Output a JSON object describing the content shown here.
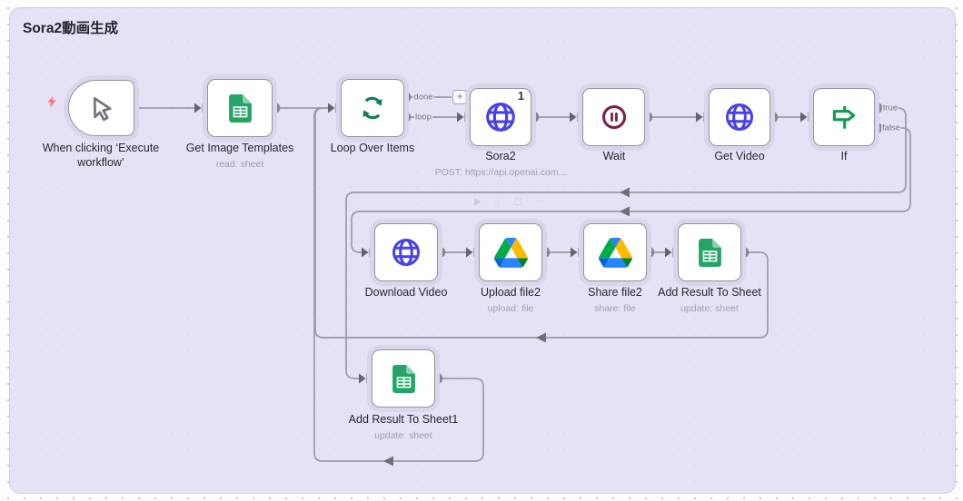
{
  "sticky": {
    "title": "Sora2動画生成"
  },
  "nodes": [
    {
      "id": "manual-trigger",
      "label": "When clicking ‘Execute workflow’",
      "sublabel": "",
      "icon": "cursor-icon"
    },
    {
      "id": "get-image-templates",
      "label": "Get Image Templates",
      "sublabel": "read: sheet",
      "icon": "google-sheets-icon"
    },
    {
      "id": "loop-over-items",
      "label": "Loop Over Items",
      "sublabel": "",
      "icon": "loop-icon"
    },
    {
      "id": "sora2",
      "label": "Sora2",
      "sublabel": "POST: https://api.openai.com...",
      "badge": "1",
      "icon": "globe-icon"
    },
    {
      "id": "wait",
      "label": "Wait",
      "sublabel": "",
      "icon": "pause-icon"
    },
    {
      "id": "get-video",
      "label": "Get Video",
      "sublabel": "",
      "icon": "globe-icon"
    },
    {
      "id": "if",
      "label": "If",
      "sublabel": "",
      "icon": "signpost-icon"
    },
    {
      "id": "download-video",
      "label": "Download Video",
      "sublabel": "",
      "icon": "globe-icon"
    },
    {
      "id": "upload-file2",
      "label": "Upload file2",
      "sublabel": "upload: file",
      "icon": "google-drive-icon"
    },
    {
      "id": "share-file2",
      "label": "Share file2",
      "sublabel": "share: file",
      "icon": "google-drive-icon"
    },
    {
      "id": "add-result-to-sheet",
      "label": "Add Result To Sheet",
      "sublabel": "update: sheet",
      "icon": "google-sheets-icon"
    },
    {
      "id": "add-result-to-sheet1",
      "label": "Add Result To Sheet1",
      "sublabel": "update: sheet",
      "icon": "google-sheets-icon"
    }
  ],
  "edge_labels": {
    "done": "done",
    "loop": "loop",
    "true": "true",
    "false": "false"
  },
  "buttons": {
    "add_node": "+"
  },
  "hover_toolbar_hint": "▶ ○ ▢ ⋯",
  "colors": {
    "sticky_bg": "#e7e3f6",
    "edge": "#9b9aa5",
    "node_border": "#95949f",
    "sheets_green": "#23a566",
    "drive_green": "#00ac47",
    "drive_yellow": "#ffba00",
    "drive_blue": "#2684fc",
    "http_blue": "#4742e8",
    "loop_teal": "#137a5e",
    "wait_maroon": "#7d2248",
    "if_green": "#0f9d4e",
    "trigger_bolt": "#ff7266"
  }
}
